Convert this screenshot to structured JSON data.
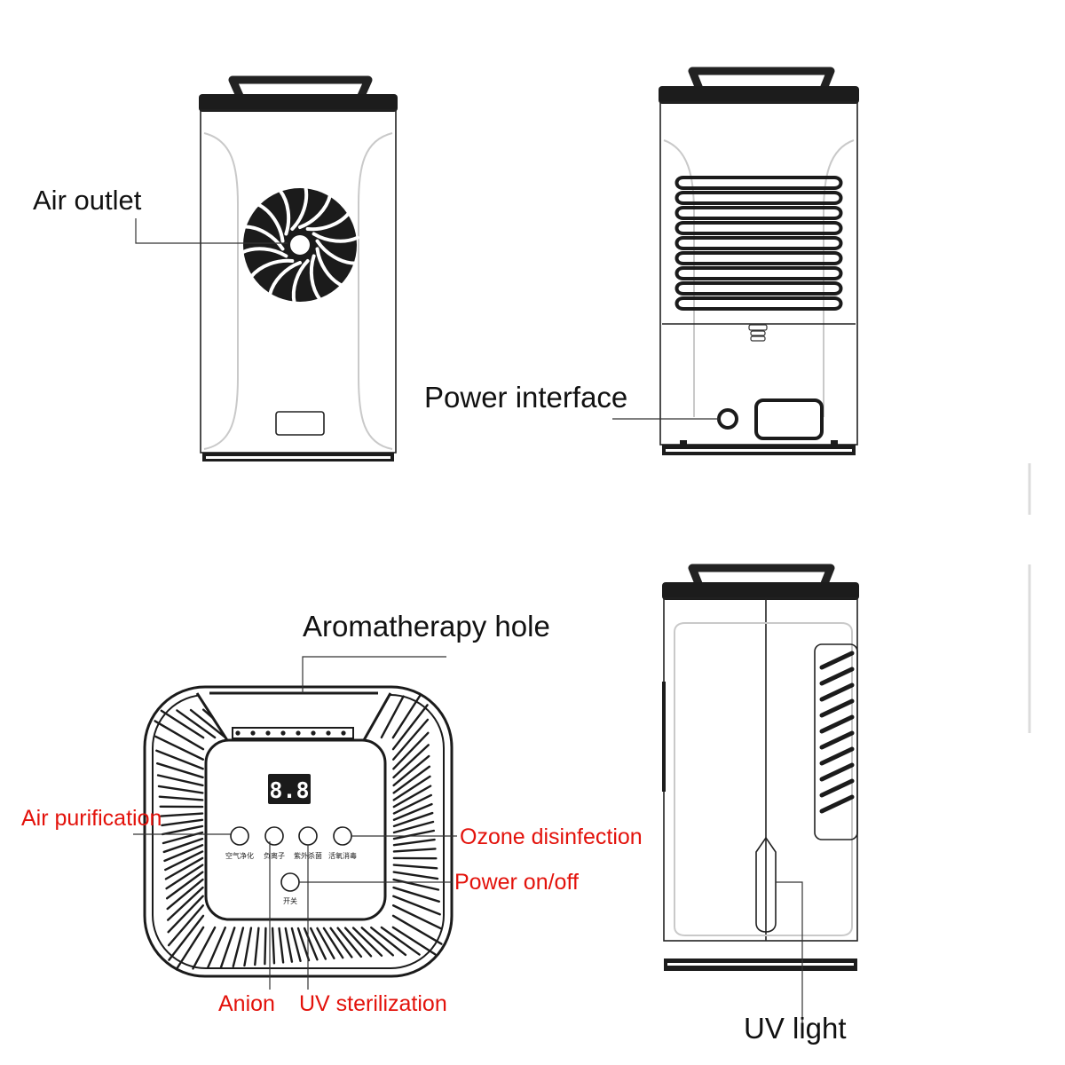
{
  "labels": {
    "air_outlet": "Air outlet",
    "power_interface": "Power interface",
    "aromatherapy_hole": "Aromatherapy hole",
    "air_purification": "Air purification",
    "ozone_disinfection": "Ozone disinfection",
    "power_onoff": "Power on/off",
    "anion": "Anion",
    "uv_sterilization": "UV sterilization",
    "uv_light": "UV light"
  },
  "panel": {
    "display": "8.8",
    "btn_purify": "空气净化",
    "btn_anion": "负离子",
    "btn_uv": "紫外杀菌",
    "btn_ozone": "活氧消毒",
    "btn_power": "开关"
  },
  "colors": {
    "callout_red": "#e3120b",
    "line": "#222222"
  }
}
